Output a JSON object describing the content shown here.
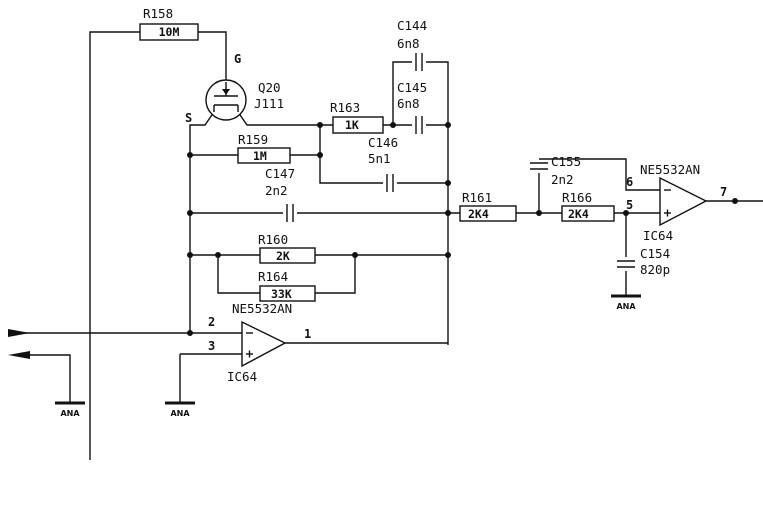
{
  "components": {
    "R158": {
      "ref": "R158",
      "value": "10M"
    },
    "Q20": {
      "ref": "Q20",
      "value": "J111",
      "gate": "G",
      "source": "S"
    },
    "R163": {
      "ref": "R163",
      "value": "1K"
    },
    "C144": {
      "ref": "C144",
      "value": "6n8"
    },
    "C145": {
      "ref": "C145",
      "value": "6n8"
    },
    "R159": {
      "ref": "R159",
      "value": "1M"
    },
    "C146": {
      "ref": "C146",
      "value": "5n1"
    },
    "C147": {
      "ref": "C147",
      "value": "2n2"
    },
    "R160": {
      "ref": "R160",
      "value": "2K"
    },
    "R164": {
      "ref": "R164",
      "value": "33K"
    },
    "R161": {
      "ref": "R161",
      "value": "2K4"
    },
    "C155": {
      "ref": "C155",
      "value": "2n2"
    },
    "R166": {
      "ref": "R166",
      "value": "2K4"
    },
    "C154": {
      "ref": "C154",
      "value": "820p"
    }
  },
  "opamp1": {
    "part": "NE5532AN",
    "ref": "IC64",
    "pin_inv": "2",
    "pin_noninv": "3",
    "pin_out": "1"
  },
  "opamp2": {
    "part": "NE5532AN",
    "ref": "IC64",
    "pin_inv": "6",
    "pin_noninv": "5",
    "pin_out": "7"
  },
  "ground_label": "ANA"
}
